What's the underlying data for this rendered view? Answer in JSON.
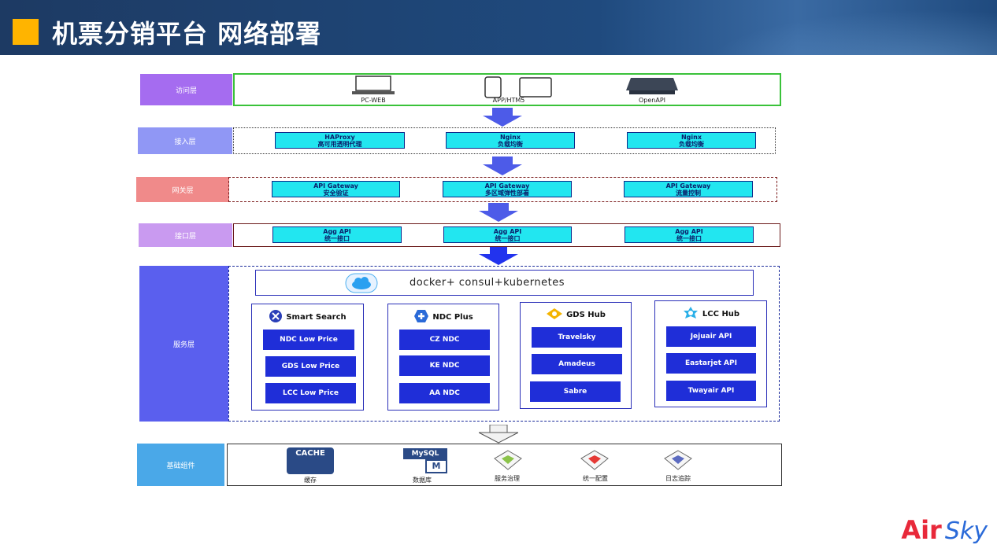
{
  "header": {
    "title": "机票分销平台 网络部署"
  },
  "layers": {
    "access": "访问层",
    "ingress": "接入层",
    "gateway": "网关层",
    "interface": "接口层",
    "service": "服务层",
    "base": "基础组件"
  },
  "access_devices": {
    "pc": "PC-WEB",
    "app": "APP/HTM5",
    "openapi": "OpenAPI"
  },
  "ingress": [
    {
      "name": "HAProxy",
      "desc": "高可用透明代理"
    },
    {
      "name": "Nginx",
      "desc": "负载均衡"
    },
    {
      "name": "Nginx",
      "desc": "负载均衡"
    }
  ],
  "gateway": [
    {
      "name": "API Gateway",
      "desc": "安全验证"
    },
    {
      "name": "API Gateway",
      "desc": "多区域弹性部署"
    },
    {
      "name": "API Gateway",
      "desc": "流量控制"
    }
  ],
  "interface": [
    {
      "name": "Agg API",
      "desc": "统一接口"
    },
    {
      "name": "Agg API",
      "desc": "统一接口"
    },
    {
      "name": "Agg API",
      "desc": "统一接口"
    }
  ],
  "platform": "docker+ consul+kubernetes",
  "services": [
    {
      "title": "Smart Search",
      "items": [
        "NDC Low Price",
        "GDS Low Price",
        "LCC Low Price"
      ]
    },
    {
      "title": "NDC Plus",
      "items": [
        "CZ  NDC",
        "KE  NDC",
        "AA  NDC"
      ]
    },
    {
      "title": "GDS Hub",
      "items": [
        "Travelsky",
        "Amadeus",
        "Sabre"
      ]
    },
    {
      "title": "LCC Hub",
      "items": [
        "Jejuair API",
        "Eastarjet API",
        "Twayair API"
      ]
    }
  ],
  "components": {
    "cache_badge": "CACHE",
    "cache": "缓存",
    "mysql_badge": "MySQL",
    "mysql_m": "M",
    "db": "数据库",
    "gov": "服务治理",
    "config": "统一配置",
    "trace": "日志追踪"
  },
  "logo": {
    "air": "Air",
    "sky": "Sky"
  }
}
